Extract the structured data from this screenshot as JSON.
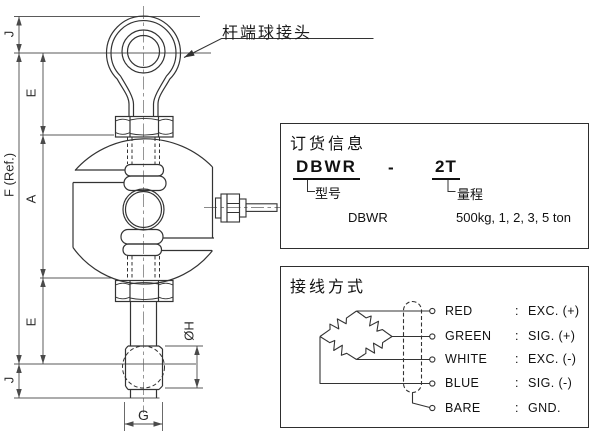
{
  "drawing": {
    "callout_label": "杆端球接头",
    "dims": {
      "j": "J",
      "e": "E",
      "a": "A",
      "f_ref": "F (Ref.)",
      "dia_h": "ØH",
      "g": "G"
    }
  },
  "order_box": {
    "title": "订货信息",
    "model_code": "DBWR",
    "separator": "-",
    "capacity_code": "2T",
    "model_label": "型号",
    "model_value": "DBWR",
    "range_label": "量程",
    "range_value": "500kg, 1, 2, 3, 5 ton"
  },
  "wiring_box": {
    "title": "接线方式",
    "colon": ":",
    "rows": [
      {
        "color": "RED",
        "signal": "EXC. (+)"
      },
      {
        "color": "GREEN",
        "signal": "SIG. (+)"
      },
      {
        "color": "WHITE",
        "signal": "EXC. (-)"
      },
      {
        "color": "BLUE",
        "signal": "SIG. (-)"
      },
      {
        "color": "BARE",
        "signal": "GND."
      }
    ]
  },
  "colors": {
    "line": "#333333",
    "dimension": "#4a4a4a",
    "centerline": "#8a8a8a",
    "background": "#ffffff"
  }
}
